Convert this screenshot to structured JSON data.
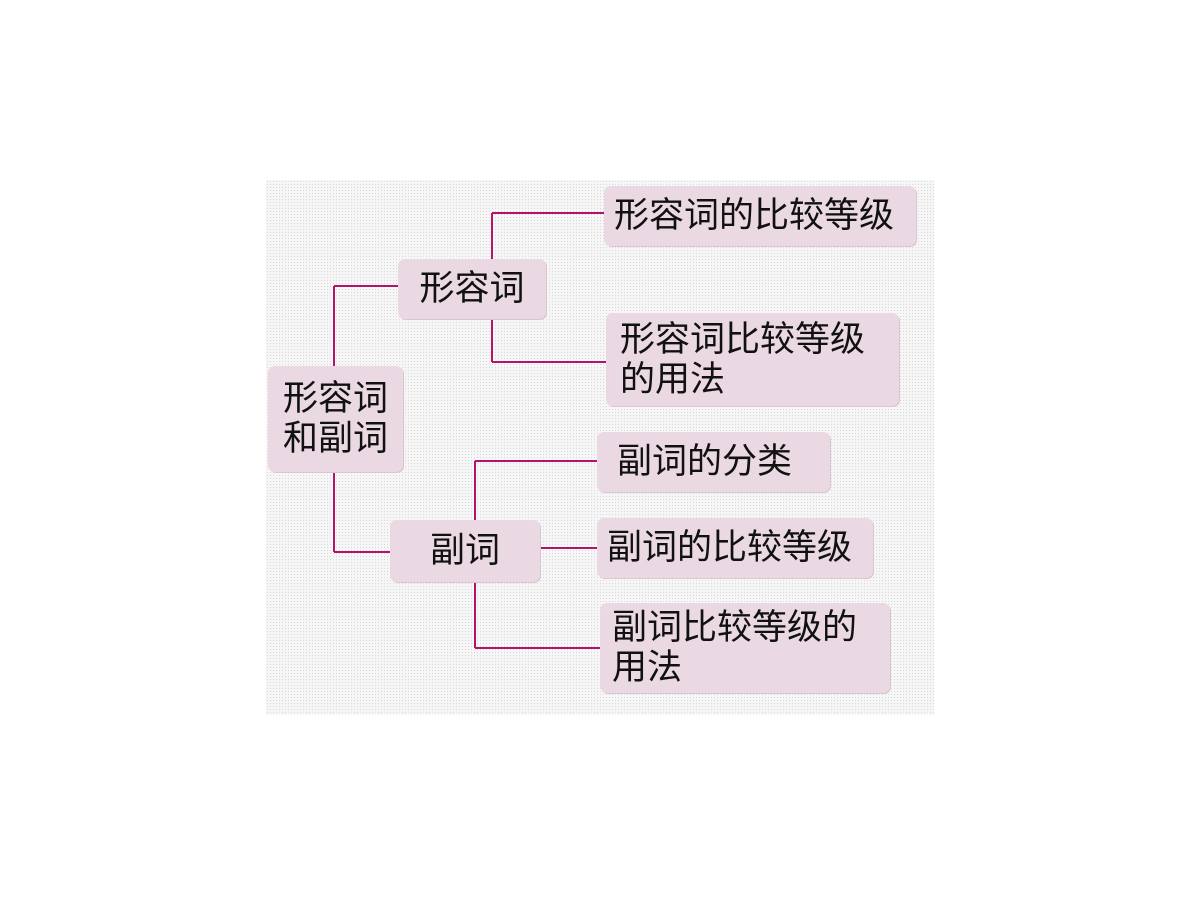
{
  "diagram": {
    "root": {
      "label": "形容词\n和副词"
    },
    "branches": [
      {
        "label": "形容词",
        "children": [
          {
            "label": "形容词的比较等级"
          },
          {
            "label": "形容词比较等级\n的用法"
          }
        ]
      },
      {
        "label": "副词",
        "children": [
          {
            "label": "副词的分类"
          },
          {
            "label": "副词的比较等级"
          },
          {
            "label": "副词比较等级的\n用法"
          }
        ]
      }
    ]
  },
  "colors": {
    "connector": "#b5136a",
    "node_fill": "#ead9e2"
  }
}
